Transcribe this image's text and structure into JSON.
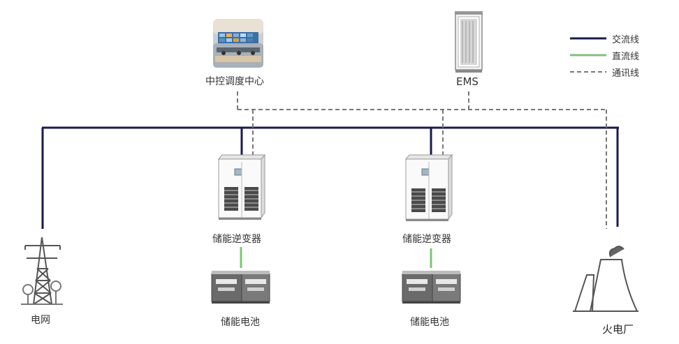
{
  "legend": {
    "ac_label": "交流线",
    "dc_label": "直流线",
    "comm_label": "通讯线",
    "ac_color": "#1a1a4e",
    "dc_color": "#7cc576",
    "comm_color": "#777777"
  },
  "nodes": {
    "control_center": "中控调度中心",
    "ems": "EMS",
    "grid": "电网",
    "inverter_1": "储能逆变器",
    "inverter_2": "储能逆变器",
    "battery_1": "储能电池",
    "battery_2": "储能电池",
    "power_plant": "火电厂"
  },
  "icons": {
    "control_center": "control-room-photo-icon",
    "ems": "server-cabinet-icon",
    "grid": "transmission-tower-icon",
    "inverter": "inverter-cabinet-icon",
    "battery": "battery-pack-icon",
    "power_plant": "factory-chimney-icon"
  }
}
